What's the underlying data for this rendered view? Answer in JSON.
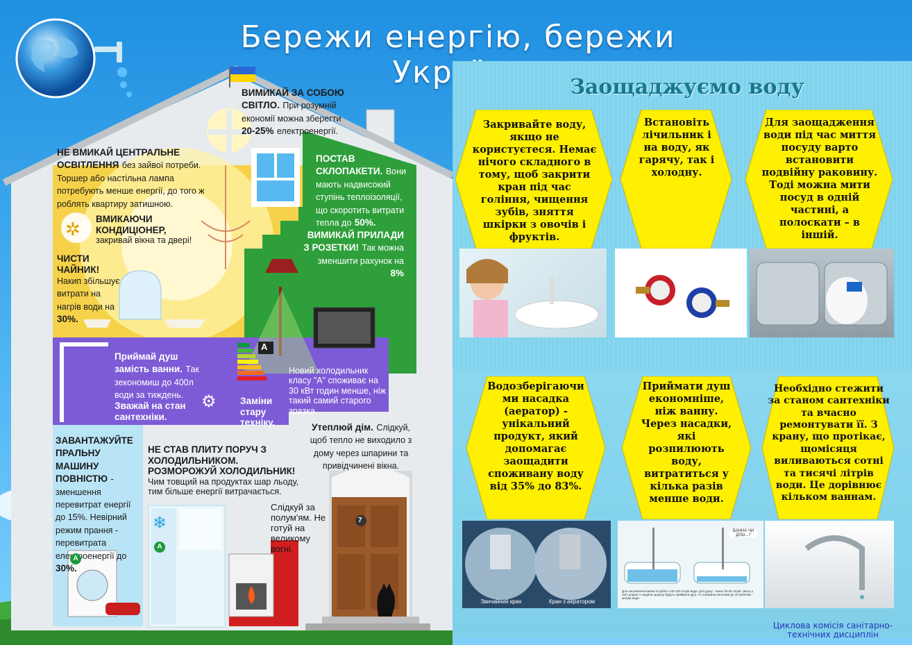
{
  "title": "Бережи енергію, бережи Україну",
  "colors": {
    "sky": "#3aa6ee",
    "house_wall": "#e7ebee",
    "yellow": "#ffe600",
    "green": "#2e9f3a",
    "purple": "#7d5bd6",
    "teal_panel": "#86d6ef"
  },
  "house": {
    "flag_icon": "ukraine-flag-icon",
    "tips": {
      "light_off_head": "ВИМИКАЙ ЗА СОБОЮ СВІТЛО.",
      "light_off_body": "При розумній економії можна зберегти",
      "light_off_value": "20-25%",
      "light_off_tail": "електроенергії.",
      "central_light_head": "НЕ ВМИКАЙ ЦЕНТРАЛЬНЕ ОСВІТЛЕННЯ",
      "central_light_body": "без зайвої потреби. Торшер або настільна лампа потребують менше енергії, до того ж роблять квартиру затишною.",
      "windows_head": "ПОСТАВ СКЛОПАКЕТИ.",
      "windows_body": "Вони мають надвисокий ступінь теплоізоляції, що скоротить витрати тепла до",
      "windows_value": "50%.",
      "ac_head": "ВМИКАЮЧИ КОНДИЦІОНЕР,",
      "ac_body": "закривай вікна та двері!",
      "plugs_head": "ВИМИКАЙ ПРИЛАДИ З РОЗЕТКИ!",
      "plugs_body": "Так можна зменшити рахунок на",
      "plugs_value": "8%",
      "kettle_head": "ЧИСТИ ЧАЙНИК!",
      "kettle_body": "Накип збільшує витрати на нагрів води на",
      "kettle_value": "30%.",
      "shower_head": "Приймай душ замість ванни.",
      "shower_body": "Так зекономиш до 400л води за тиждень.",
      "plumbing": "Зважай на стан сантехніки.",
      "fridge_class": "Новий холодильник класу \"А\" споживає на 30 кВт годин менше, ніж такий самий старого зразка.",
      "replace": "Заміни стару техніку.",
      "energy_label": "A",
      "washer_head": "ЗАВАНТАЖУЙТЕ ПРАЛЬНУ МАШИНУ ПОВНІСТЮ",
      "washer_body": "- зменшення перевитрат енергії до 15%. Невірний режим прання - перевитрата електроенергії до",
      "washer_value": "30%.",
      "stove_head": "НЕ СТАВ ПЛИТУ ПОРУЧ З ХОЛОДИЛЬНИКОМ.",
      "defrost_head": "РОЗМОРОЖУЙ ХОЛОДИЛЬНИК!",
      "defrost_body": "Чим товщий на продуктах шар льоду, тим більше енергії витрачається.",
      "insulate_head": "Утеплюй дім.",
      "insulate_body": "Слідкуй, щоб тепло не виходило з дому через шпарини та привідчинені вікна.",
      "flame": "Слідкуй за полум'ям. Не готуй на великому вогні.",
      "door_number": "7",
      "washer_label": "A",
      "fridge_label": "A"
    }
  },
  "water": {
    "title": "Заощаджуємо воду",
    "cards": [
      "Закривайте воду, якщо не користуєтеся. Немає нічого складного в тому, щоб закрити кран під час гоління, чищення зубів, зняття шкірки з овочів і фруктів.",
      "Встановіть лічильник і на воду, як гарячу, так і холодну.",
      "Для заощадження води під час миття посуду варто встановити подвійну раковину. Тоді можна мити посуд в одній частині, а полоскати – в іншій.",
      "Водозберігаючи ми насадка (аератор) - унікальний продукт, який допомагає заощадити споживану воду від 35% до 83%.",
      "Приймати душ економніше, ніж ванну. Через насадки, які розпилюють воду, витратиться у кілька разів менше води.",
      "Необхідно стежити за станом сантехніки та вчасно ремонтувати її. З крану, що протікає, щомісяця виливаються сотні та тисячі літрів води. Це дорівнює кільком ваннам."
    ],
    "aerator_captions": [
      "Звичайний кран",
      "Кран з аератором"
    ],
    "bath_bubble": "ВАННА ЧИ ДУШ...?",
    "bath_caption": "Для наповнення ванни потрібно 140-160 літрів води, для душу - лише 30-50 літрів. Якщо у сім'ї родині 4 людини щоразу будуть приймати душ, то отримана економія до 40 кубічних метрів води."
  },
  "footer": "Циклова комісія санітарно-технічних дисциплін"
}
